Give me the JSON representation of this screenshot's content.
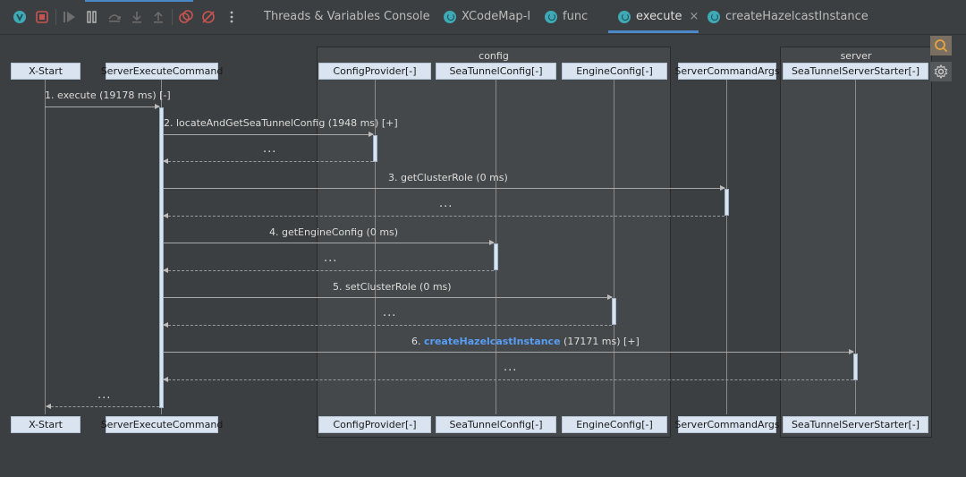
{
  "colors": {
    "background": "#3c3f41",
    "accent": "#4a88c7",
    "participant_box": "#d9e4f0",
    "link": "#589df6",
    "stop_red": "#c75450"
  },
  "toolbar": {
    "buttons": [
      {
        "name": "rerun-icon"
      },
      {
        "name": "stop-icon"
      },
      {
        "name": "resume-icon"
      },
      {
        "name": "pause-icon"
      },
      {
        "name": "step-over-icon"
      },
      {
        "name": "step-into-icon"
      },
      {
        "name": "step-out-icon"
      },
      {
        "name": "view-breakpoints-icon"
      },
      {
        "name": "mute-breakpoints-icon"
      },
      {
        "name": "more-icon"
      }
    ]
  },
  "tabs": [
    {
      "label": "Threads & Variables",
      "icon": false,
      "active": false
    },
    {
      "label": "Console",
      "icon": false,
      "active": false
    },
    {
      "label": "XCodeMap-l",
      "icon": true,
      "active": false
    },
    {
      "label": "func",
      "icon": true,
      "active": false
    },
    {
      "label": "execute",
      "icon": true,
      "active": true,
      "close": "×"
    },
    {
      "label": "createHazelcastInstance",
      "icon": true,
      "active": false
    }
  ],
  "groups": [
    {
      "title": "config"
    },
    {
      "title": "server"
    }
  ],
  "participants": [
    {
      "label": "X-Start"
    },
    {
      "label": "ServerExecuteCommand"
    },
    {
      "label": "ConfigProvider[-]"
    },
    {
      "label": "SeaTunnelConfig[-]"
    },
    {
      "label": "EngineConfig[-]"
    },
    {
      "label": "ServerCommandArgs"
    },
    {
      "label": "SeaTunnelServerStarter[-]"
    }
  ],
  "messages": [
    {
      "label": "1. execute (19178 ms) [-]",
      "link": "",
      "suffix": ""
    },
    {
      "label": "2. locateAndGetSeaTunnelConfig (1948 ms) [+]",
      "link": "",
      "suffix": ""
    },
    {
      "label": "3. getClusterRole (0 ms)",
      "link": "",
      "suffix": ""
    },
    {
      "label": "4. getEngineConfig (0 ms)",
      "link": "",
      "suffix": ""
    },
    {
      "label": "5. setClusterRole (0 ms)",
      "link": "",
      "suffix": ""
    },
    {
      "label": "6. ",
      "link": "createHazelcastInstance",
      "suffix": " (17171 ms) [+]"
    }
  ],
  "returns": {
    "label": "..."
  },
  "side": {
    "search": "search-icon",
    "settings": "settings-icon"
  }
}
